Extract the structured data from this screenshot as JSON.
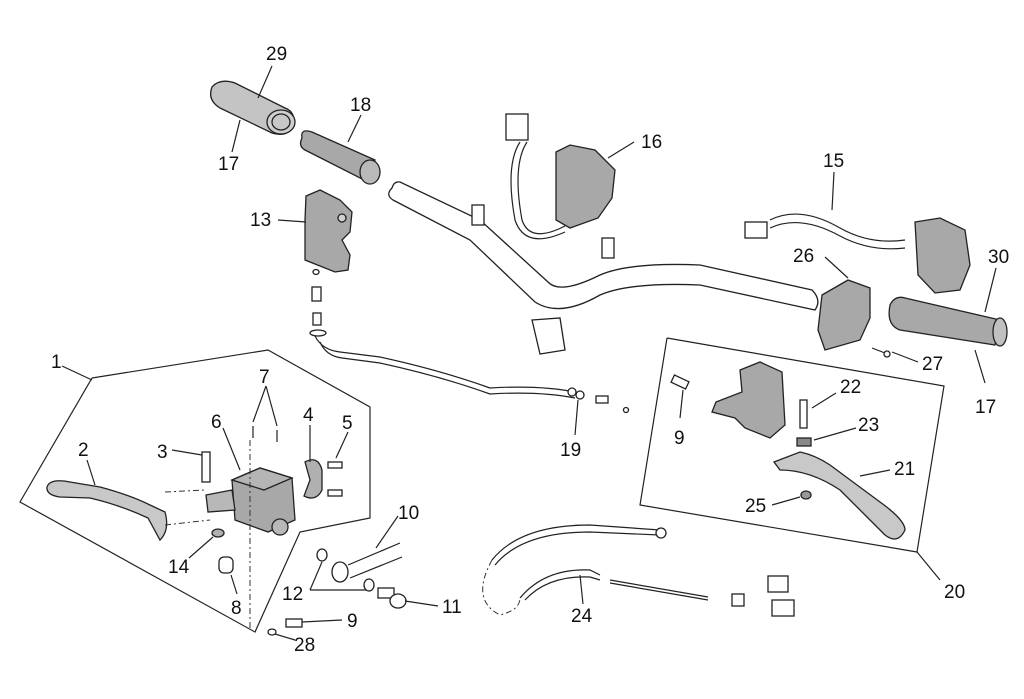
{
  "diagram": {
    "title": "Handlebar controls exploded parts diagram",
    "colors": {
      "part_fill_light": "#c9c9c9",
      "part_fill_dark": "#a9a9a9",
      "stroke": "#222222",
      "background": "#ffffff"
    },
    "callouts": [
      {
        "id": "c29",
        "label": "29",
        "part": "left grip"
      },
      {
        "id": "c17a",
        "label": "17",
        "part": "left grip"
      },
      {
        "id": "c18",
        "label": "18",
        "part": "throttle tube"
      },
      {
        "id": "c13",
        "label": "13",
        "part": "throttle housing"
      },
      {
        "id": "c16",
        "label": "16",
        "part": "left switch housing"
      },
      {
        "id": "c15",
        "label": "15",
        "part": "right switch wiring"
      },
      {
        "id": "c26",
        "label": "26",
        "part": "switch cover"
      },
      {
        "id": "c30",
        "label": "30",
        "part": "right grip"
      },
      {
        "id": "c27",
        "label": "27",
        "part": "screw"
      },
      {
        "id": "c17b",
        "label": "17",
        "part": "right grip"
      },
      {
        "id": "c1",
        "label": "1",
        "part": "front master cylinder assembly"
      },
      {
        "id": "c7",
        "label": "7",
        "part": "screws"
      },
      {
        "id": "c6",
        "label": "6",
        "part": "master cylinder"
      },
      {
        "id": "c4",
        "label": "4",
        "part": "clamp"
      },
      {
        "id": "c5",
        "label": "5",
        "part": "clamp screws"
      },
      {
        "id": "c2",
        "label": "2",
        "part": "brake lever"
      },
      {
        "id": "c3",
        "label": "3",
        "part": "lever pin"
      },
      {
        "id": "c14",
        "label": "14",
        "part": "nut"
      },
      {
        "id": "c8",
        "label": "8",
        "part": "cap"
      },
      {
        "id": "c10",
        "label": "10",
        "part": "brake hose"
      },
      {
        "id": "c12",
        "label": "12",
        "part": "washers"
      },
      {
        "id": "c11",
        "label": "11",
        "part": "banjo bolt"
      },
      {
        "id": "c9a",
        "label": "9",
        "part": "stop switch"
      },
      {
        "id": "c28",
        "label": "28",
        "part": "washer"
      },
      {
        "id": "c19",
        "label": "19",
        "part": "throttle cable"
      },
      {
        "id": "c9b",
        "label": "9",
        "part": "stop switch"
      },
      {
        "id": "c22",
        "label": "22",
        "part": "lever pin"
      },
      {
        "id": "c23",
        "label": "23",
        "part": "spring"
      },
      {
        "id": "c21",
        "label": "21",
        "part": "rear brake lever"
      },
      {
        "id": "c25",
        "label": "25",
        "part": "nut"
      },
      {
        "id": "c20",
        "label": "20",
        "part": "rear lever assembly"
      },
      {
        "id": "c24",
        "label": "24",
        "part": "rear brake cable"
      }
    ]
  }
}
